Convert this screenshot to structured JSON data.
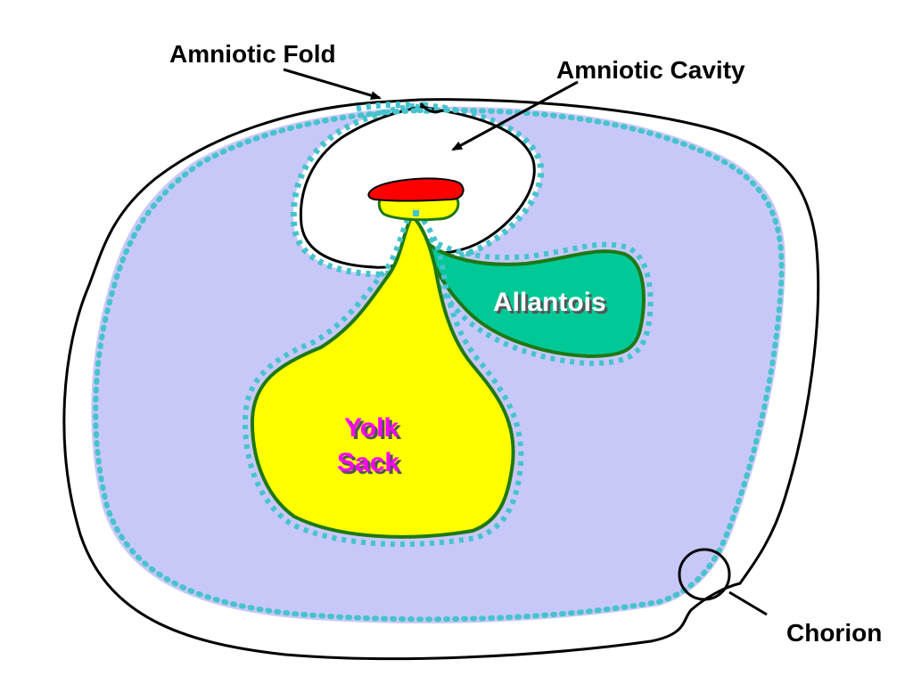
{
  "labels": {
    "amniotic_fold": "Amniotic Fold",
    "amniotic_cavity": "Amniotic Cavity",
    "allantois": "Allantois",
    "yolk_line1": "Yolk",
    "yolk_line2": "Sack",
    "chorion": "Chorion"
  },
  "colors": {
    "extraembryonic_coelom": "#c8c8f8",
    "membrane_dots": "#46c3cd",
    "yolk_sac": "#ffff00",
    "allantois": "#00c896",
    "embryo": "#ff0000",
    "outline_green": "#1e7814",
    "yolk_label": "#ff00ff",
    "outline": "#000000"
  }
}
